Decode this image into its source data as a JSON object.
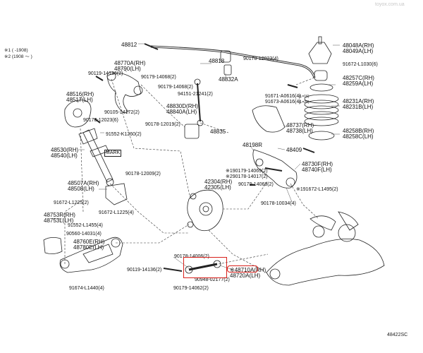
{
  "watermark": "toyox.com.ua",
  "diagram_code": "48422SC",
  "legend": [
    "※1 (     -1908)",
    "※2 (1908 〜     )"
  ],
  "highlight_color": "#d8201b",
  "labels": {
    "p48812": "48812",
    "p48818": "48818",
    "p90178_12023_4": "90178-12023(4)",
    "p48832a": "48832A",
    "p48770a": "48770A(RH)",
    "p48790": "48790(LH)",
    "p90119_14136_2a": "90119-14136(2)",
    "p90179_14068_2a": "90179-14068(2)",
    "p90179_14068_2b": "90179-14068(2)",
    "p94151_21241": "94151-21241(2)",
    "p48516": "48516(RH)",
    "p48517": "48517(LH)",
    "p90105_14172": "90105-14172(2)",
    "p90178_12023_6": "90178-12023(6)",
    "p48830d": "48830D(RH)",
    "p48840a": "48840A(LH)",
    "p90178_12019": "90178-12019(2)",
    "p48835": "48835",
    "p91552_k1260": "91552-K1260(2)",
    "p48530": "48530(RH)",
    "p48540": "48540(LH)",
    "mark": "MARK",
    "p90178_12009": "90178-12009(2)",
    "p48507a": "48507A(RH)",
    "p48508": "48508(LH)",
    "p91672_l1225a": "91672-L1225(2)",
    "p91672_l1225b": "91672-L1225(4)",
    "p42304": "42304(RH)",
    "p42305": "42305(LH)",
    "p48753r": "48753R(RH)",
    "p48753l": "48753L(LH)",
    "p91552_l1455": "91552-L1455(4)",
    "p90560_14031": "90560-14031(4)",
    "p48760e": "48760E(RH)",
    "p48780e": "48780E(LH)",
    "p91674_l1440": "91674-L1440(4)",
    "p90178_14006": "90178-14006(2)",
    "p90119_14136_2b": "90119-14136(2)",
    "p48710a": "※48710A(RH)",
    "p48720a": "48720A(LH)",
    "p90948_02177": "90948-02177(2)",
    "p90179_14062": "90179-14062(2)",
    "p48198r": "48198R",
    "p48409": "48409",
    "p90179_14069": "※190179-14069(2)",
    "p90178_14017": "※290178-14017(2)",
    "p90179_14068_2c": "90179-14068(2)",
    "p91672_l1495": "※191672-L1495(2)",
    "p48730f": "48730F(RH)",
    "p48740f": "48740F(LH)",
    "p90178_10034": "90178-10034(4)",
    "p48737": "48737(RH)",
    "p48738": "48738(LH)",
    "p91671_a0616": "91671-A0616(4)",
    "p91671_note": "(L=16)",
    "p91673_a0616": "91673-A0616(4)",
    "p91673_note": "(L=20)",
    "p48048a": "48048A(RH)",
    "p48049a": "48049A(LH)",
    "p91672_l1030": "91672-L1030(6)",
    "p48257c": "48257C(RH)",
    "p48259a": "48259A(LH)",
    "p48231a": "48231A(RH)",
    "p48231b": "48231B(LH)",
    "p48258b": "48258B(RH)",
    "p48258c": "48258C(LH)"
  }
}
